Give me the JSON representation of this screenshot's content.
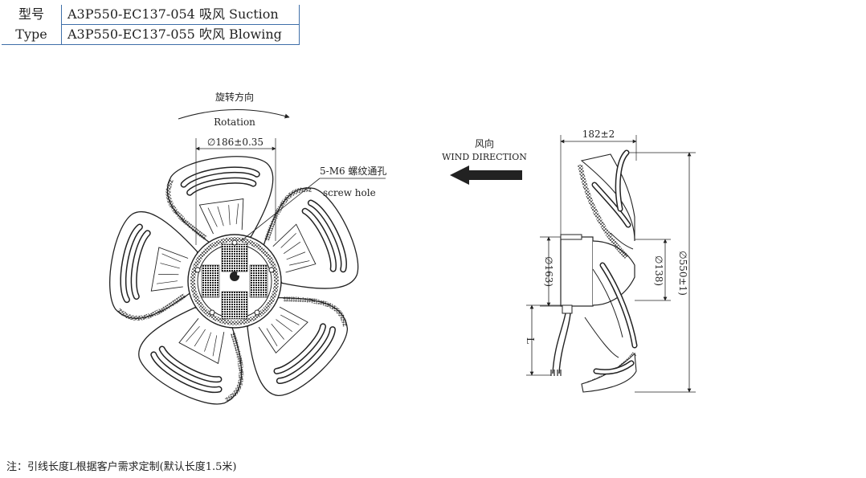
{
  "spec_table": {
    "rows": [
      {
        "label": "型号",
        "value": "A3P550-EC137-054 吸风 Suction"
      },
      {
        "label": "Type",
        "value": "A3P550-EC137-055 吹风 Blowing"
      }
    ]
  },
  "front_view": {
    "rotation_cn": "旋转方向",
    "rotation_en": "Rotation",
    "mount_circle": "∅186±0.35",
    "holes_cn": "5-M6 螺纹通孔",
    "holes_en": "screw hole"
  },
  "wind": {
    "cn": "风向",
    "en": "WIND DIRECTION"
  },
  "side_view": {
    "depth": "182±2",
    "hub_diameter": "∅163)",
    "inner_diameter": "∅138)",
    "outer_diameter": "∅550±1)",
    "lead_label": "L"
  },
  "note": "注：引线长度L根据客户需求定制(默认长度1.5米)"
}
